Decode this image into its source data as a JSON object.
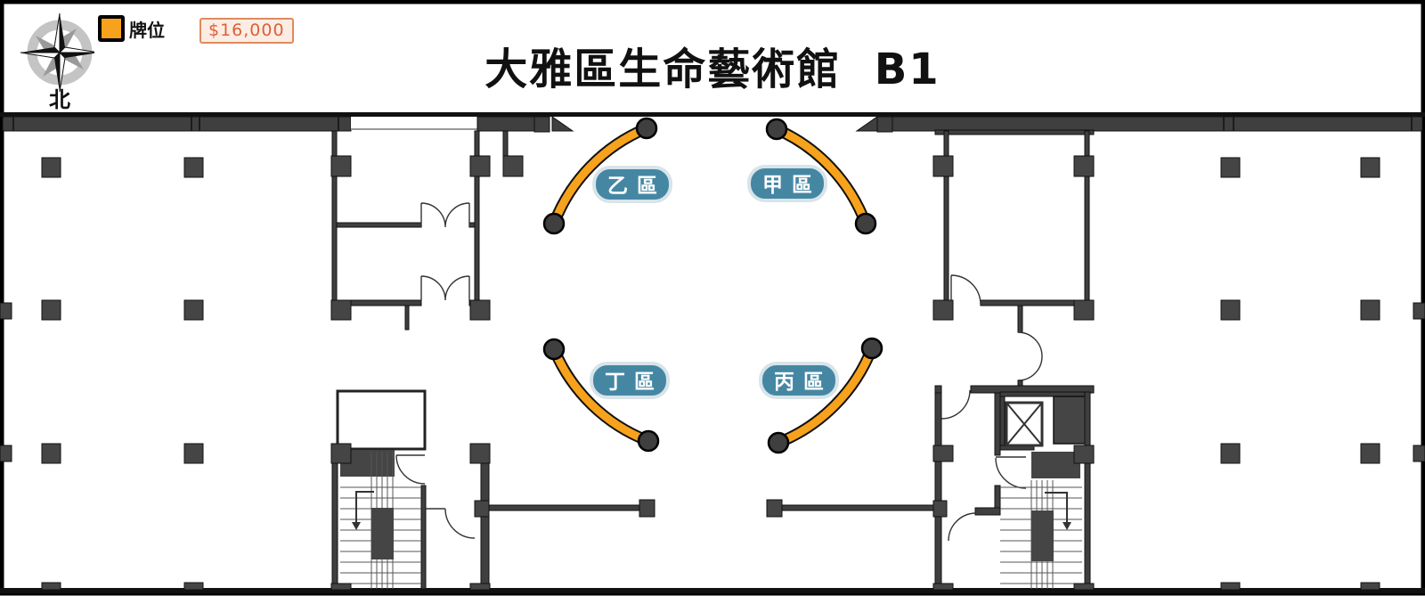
{
  "header": {
    "title": "大雅區生命藝術館  B1",
    "compass": {
      "north_label": "北"
    },
    "legend": {
      "swatch_color": "#F7A21C",
      "label": "牌位"
    },
    "price_tag": {
      "text": "$16,000",
      "text_color": "#DE5F3A",
      "border_color": "#E08A5F",
      "bg_color": "#FBEDE3"
    }
  },
  "floor_plan": {
    "zones": [
      {
        "id": "yi",
        "label": "乙區",
        "position": "upper-left"
      },
      {
        "id": "jia",
        "label": "甲區",
        "position": "upper-right"
      },
      {
        "id": "ding",
        "label": "丁區",
        "position": "lower-left"
      },
      {
        "id": "bing",
        "label": "丙區",
        "position": "lower-right"
      }
    ],
    "colors": {
      "wall": "#3F3F3F",
      "column": "#454545",
      "tablet_arc": "#F7A21C",
      "zone_pill": "#4587A3",
      "zone_text": "#FFFFFF"
    }
  }
}
